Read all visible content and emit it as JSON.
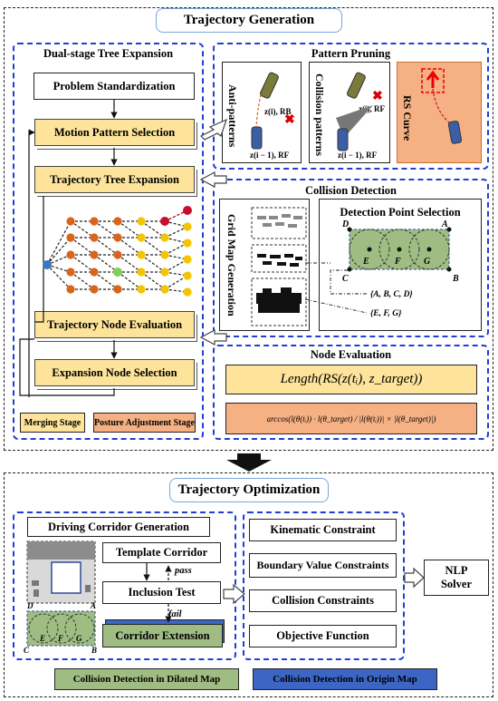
{
  "gen": {
    "title": "Trajectory Generation",
    "dual_stage": {
      "title": "Dual-stage Tree Expansion",
      "problem": "Problem Standardization",
      "motion": "Motion Pattern Selection",
      "tree": "Trajectory Tree Expansion",
      "node_eval": "Trajectory Node Evaluation",
      "expansion": "Expansion Node Selection",
      "legend_merge": "Merging Stage",
      "legend_posture": "Posture Adjustment Stage"
    },
    "pruning": {
      "title": "Pattern Pruning",
      "anti": "Anti-patterns",
      "collision": "Collision patterns",
      "rs": "RS Curve",
      "z_i_rb": "z(i), RB",
      "z_im1_rf": "z(i − 1), RF",
      "z_i_rf": "z(i), RF",
      "z_im1_rf2": "z(i − 1), RF"
    },
    "collision": {
      "title": "Collision Detection",
      "grid": "Grid Map Generation",
      "dps": "Detection Point Selection",
      "set1": "{A, B, C, D}",
      "set2": "{E, F, G}",
      "pts": {
        "A": "A",
        "B": "B",
        "C": "C",
        "D": "D",
        "E": "E",
        "F": "F",
        "G": "G"
      }
    },
    "node_eval": {
      "title": "Node Evaluation",
      "f1": "Length(RS(z(tᵢ), z_target))",
      "f2": "arccos(l(θ(tᵢ)) · l(θ_target) / |l(θ(tᵢ))| × |l(θ_target)|)"
    }
  },
  "opt": {
    "title": "Trajectory Optimization",
    "corridor": {
      "title": "Driving Corridor Generation",
      "template": "Template Corridor",
      "inclusion": "Inclusion Test",
      "pass": "pass",
      "fail": "fail",
      "extension": "Corridor Extension",
      "pts": {
        "A": "A",
        "B": "B",
        "C": "C",
        "D": "D",
        "E": "E",
        "F": "F",
        "G": "G"
      }
    },
    "constraints": {
      "kinematic": "Kinematic Constraint",
      "boundary": "Boundary Value Constraints",
      "collision": "Collision Constraints",
      "objective": "Objective Function"
    },
    "solver_l1": "NLP",
    "solver_l2": "Solver",
    "legend_dilated": "Collision Detection in Dilated Map",
    "legend_origin": "Collision Detection in Origin Map"
  },
  "colors": {
    "yellow": "#fde49a",
    "orange": "#f5b184",
    "blue_dash": "#1f3fd1",
    "green": "#9fbd83",
    "blue": "#3c65c4",
    "red_node": "#c8102e",
    "orange_node": "#d9651a",
    "yellow_node": "#f3c500",
    "green_node": "#7fcf58",
    "blue_node": "#3b74c8"
  }
}
